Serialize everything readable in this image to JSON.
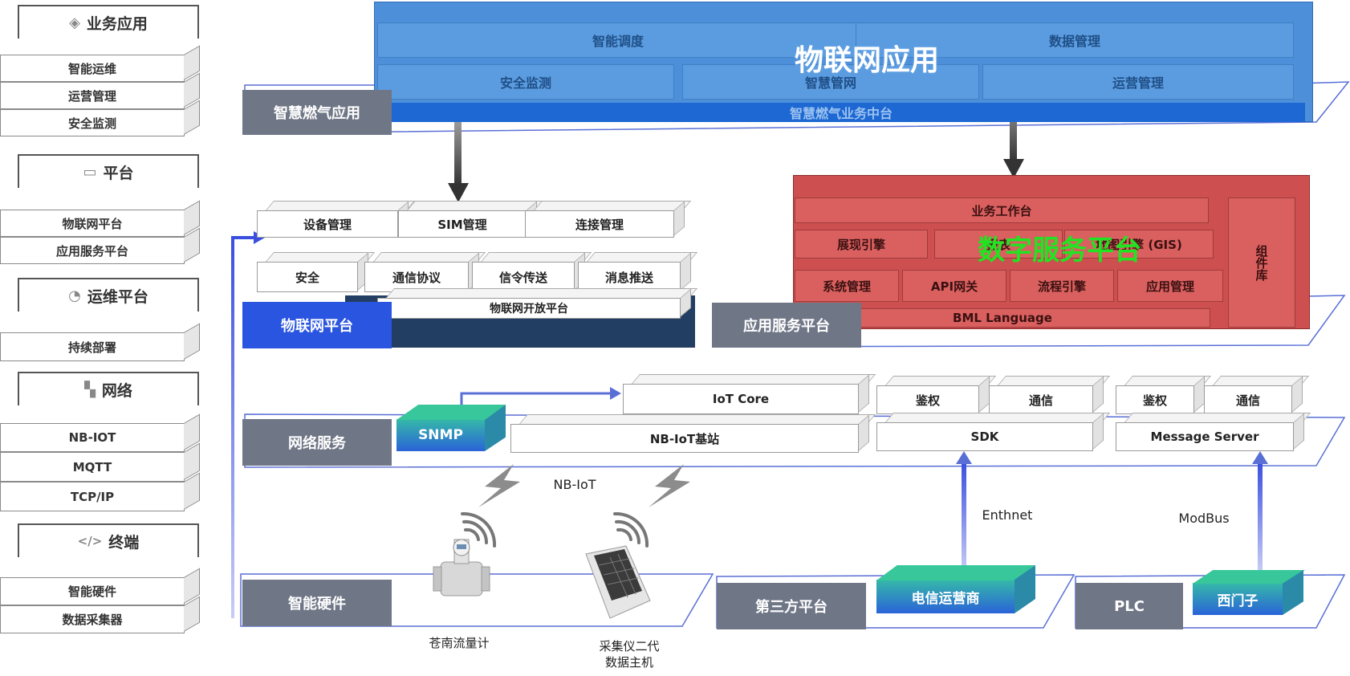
{
  "sidebar": {
    "groups": [
      {
        "title": "业务应用",
        "icon": "layers-icon",
        "items": [
          "智能运维",
          "运营管理",
          "安全监测"
        ]
      },
      {
        "title": "平台",
        "icon": "monitor-icon",
        "items": [
          "物联网平台",
          "应用服务平台"
        ]
      },
      {
        "title": "运维平台",
        "icon": "pie-chart-icon",
        "items": [
          "持续部署"
        ]
      },
      {
        "title": "网络",
        "icon": "network-icon",
        "items": [
          "NB-IOT",
          "MQTT",
          "TCP/IP"
        ]
      },
      {
        "title": "终端",
        "icon": "code-icon",
        "items": [
          "智能硬件",
          "数据采集器"
        ]
      }
    ]
  },
  "iot_app": {
    "title": "物联网应用",
    "tab": "智慧燃气应用",
    "row1": [
      "智能调度",
      "数据管理"
    ],
    "row2": [
      "安全监测",
      "智慧管网",
      "运营管理"
    ],
    "base": "智慧燃气业务中台"
  },
  "iot_platform": {
    "tab": "物联网平台",
    "row1": [
      "设备管理",
      "SIM管理",
      "连接管理"
    ],
    "row2": [
      "安全",
      "通信协议",
      "信令传送",
      "消息推送"
    ],
    "base": "物联网开放平台"
  },
  "digital_platform": {
    "title": "数字服务平台",
    "tab": "应用服务平台",
    "top": "业务工作台",
    "row2": [
      "展现引擎",
      "报表",
      "地图引擎 (GIS)"
    ],
    "row3": [
      "系统管理",
      "API网关",
      "流程引擎",
      "应用管理"
    ],
    "base": "BML Language",
    "side": "组件库"
  },
  "network": {
    "tab": "网络服务",
    "snmp": "SNMP",
    "iot_core": "IoT Core",
    "nb_station": "NB-IoT基站",
    "sdk_group": {
      "top": [
        "鉴权",
        "通信"
      ],
      "base": "SDK"
    },
    "msg_group": {
      "top": [
        "鉴权",
        "通信"
      ],
      "base": "Message Server"
    },
    "nb_label": "NB-IoT"
  },
  "hardware": {
    "tab": "智能硬件",
    "device1": "苍南流量计",
    "device2_line1": "采集仪二代",
    "device2_line2": "数据主机"
  },
  "third_party": {
    "tab": "第三方平台",
    "box": "电信运营商",
    "link_label": "Enthnet"
  },
  "plc": {
    "tab": "PLC",
    "box": "西门子",
    "link_label": "ModBus"
  },
  "colors": {
    "sidebar_border": "#555555",
    "tab_grey": "#6f7686",
    "iot_blue": "#5b9ce0",
    "platform_red": "#d9605f",
    "digital_title_green": "#22e322",
    "platform_line": "#5a6fd6",
    "iot_platform_tab": "#2a55e0"
  }
}
